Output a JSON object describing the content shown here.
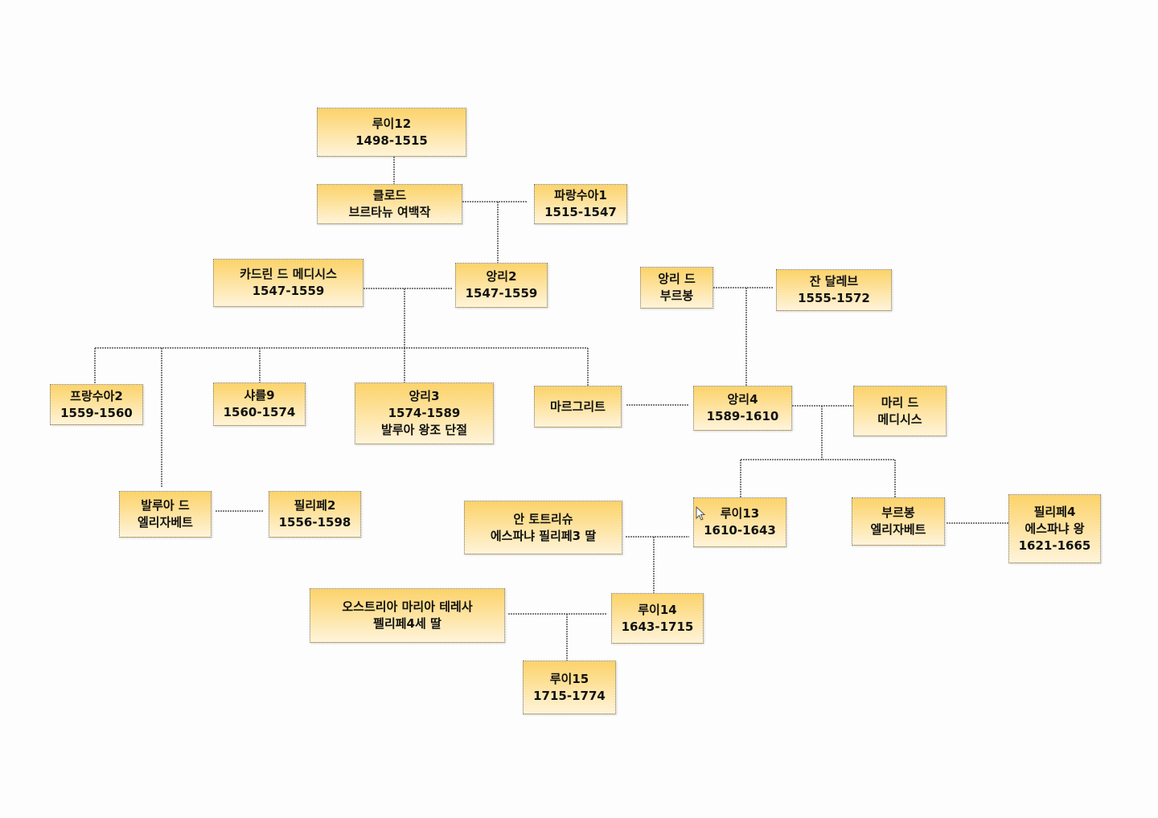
{
  "nodes": {
    "louis12": {
      "name": "루이12",
      "sub": "1498-1515"
    },
    "claude": {
      "name": "클로드",
      "sub": "브르타뉴 여백작"
    },
    "francois1": {
      "name": "파랑수아1",
      "sub": "1515-1547"
    },
    "catherine": {
      "name": "카드린 드 메디시스",
      "sub": "1547-1559"
    },
    "henri2": {
      "name": "앙리2",
      "sub": "1547-1559"
    },
    "antoine": {
      "name": "앙리 드",
      "sub": "부르봉"
    },
    "jeanne": {
      "name": "잔 달레브",
      "sub": "1555-1572"
    },
    "francois2": {
      "name": "프랑수아2",
      "sub": "1559-1560"
    },
    "charles9": {
      "name": "샤를9",
      "sub": "1560-1574"
    },
    "henri3": {
      "name": "앙리3",
      "sub": "1574-1589",
      "note": "발루아 왕조 단절"
    },
    "marguerite": {
      "name": "마르그리트"
    },
    "henri4": {
      "name": "앙리4",
      "sub": "1589-1610"
    },
    "marie": {
      "name": "마리 드",
      "sub": "메디시스"
    },
    "elisabeth_valois": {
      "name": "발루아 드",
      "sub": "엘리자베트"
    },
    "philip2": {
      "name": "필리페2",
      "sub": "1556-1598"
    },
    "anne": {
      "name": "안 토트리슈",
      "sub": "에스파냐 필리페3 딸"
    },
    "louis13": {
      "name": "루이13",
      "sub": "1610-1643"
    },
    "elisabeth_bourbon": {
      "name": "부르봉",
      "sub": "엘리자베트"
    },
    "philip4": {
      "name": "필리페4",
      "sub": "에스파냐 왕",
      "note": "1621-1665"
    },
    "maria_theresa": {
      "name": "오스트리아 마리아 테레사",
      "sub": "펠리페4세 딸"
    },
    "louis14": {
      "name": "루이14",
      "sub": "1643-1715"
    },
    "louis15": {
      "name": "루이15",
      "sub": "1715-1774"
    }
  }
}
